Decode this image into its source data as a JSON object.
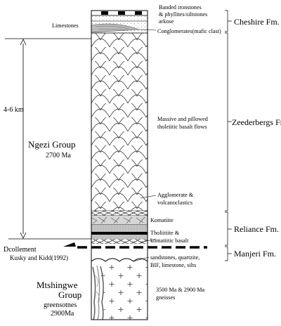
{
  "labels": {
    "banded_ironstones_1": "Banded ironstones",
    "banded_ironstones_2": "& phyllites/siltstones",
    "arkose": "arkose",
    "limestones": "Limestones",
    "conglomerates": "Conglomerates(mafic clast)",
    "massive_basalt_1": "Massive and pillowed",
    "massive_basalt_2": "tholeiitic basalt flows",
    "agglomerate_1": "Agglomerate &",
    "agglomerate_2": "volcanoclastics",
    "komatiite": "Komatiite",
    "tholiitiite_1": "Tholiitiite &",
    "tholiitiite_2": "komatiitic basalt",
    "sandstones_1": "sandstones, quartzite,",
    "sandstones_2": "BIF, limestone, silts",
    "gneisses_1": "3500 Ma & 2900 Ma",
    "gneisses_2": "gneisses",
    "thickness": "4-6 km",
    "ngezi_group": "Ngezi Group",
    "ngezi_age": "2700 Ma",
    "decollement": "Dcollement",
    "decollement_ref": "Kusky and Kidd(1992)",
    "mtshingwe_1": "Mtshingwe",
    "mtshingwe_2": "Group",
    "mtshingwe_3": "greensotnes",
    "mtshingwe_4": "2900Ma"
  },
  "formations": {
    "cheshire": "Cheshire Fm.",
    "zeederbergs": "Zeederbergs Fm.",
    "reliance": "Reliance Fm.",
    "manjeri": "Manjeri Fm."
  }
}
